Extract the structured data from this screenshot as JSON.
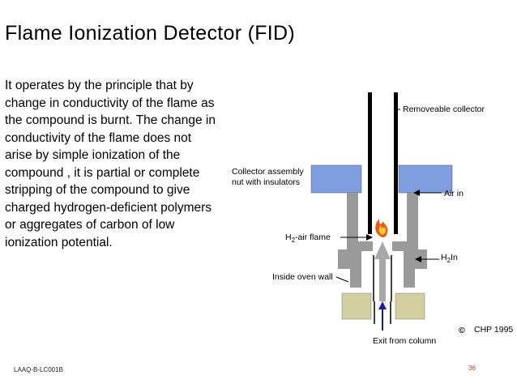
{
  "slide": {
    "title": "Flame Ionization Detector (FID)",
    "body": "It operates by the principle that by change in conductivity of the flame as the compound is burnt. The change in conductivity of the flame does not arise by simple ionization of the compound , it is partial or complete stripping of the compound  to give charged hydrogen-deficient  polymers or aggregates of carbon of low ionization potential.",
    "footer": "LAAQ-B-LC001B",
    "page_number": "36"
  },
  "diagram": {
    "labels": {
      "removable_collector": "Removeable collector",
      "collector_assembly_line1": "Collector assembly",
      "collector_assembly_line2": "nut with insulators",
      "air_in": "Air in",
      "h2_prefix": "H",
      "h2_sub": "2",
      "h2_air_flame_suffix": "-air flame",
      "h2_in_suffix": "In",
      "inside_oven_wall": "Inside oven wall",
      "exit_from_column": "Exit from column",
      "copyright_symbol": "©",
      "copyright": "CHP 1995"
    },
    "colors": {
      "nut": "#7f9ee0",
      "body": "#9a9a9a",
      "oven_block": "#d3cfa0",
      "arrow_blue": "#1a1aa8",
      "flame_outer": "#e85a10",
      "flame_inner": "#ffcc33"
    }
  }
}
